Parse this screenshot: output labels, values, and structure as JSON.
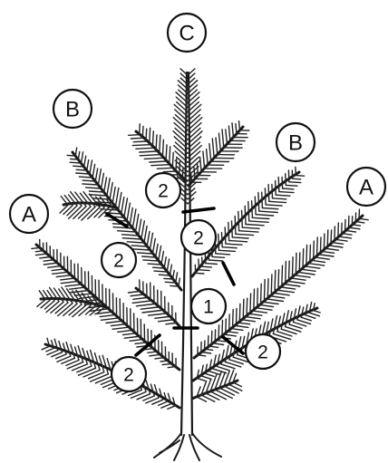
{
  "colors": {
    "ink": "#111111",
    "background": "#ffffff"
  },
  "labels": {
    "leader": "C",
    "upper_branch": "B",
    "lower_branch": "A",
    "cut_first": "1",
    "cut_second": "2"
  }
}
